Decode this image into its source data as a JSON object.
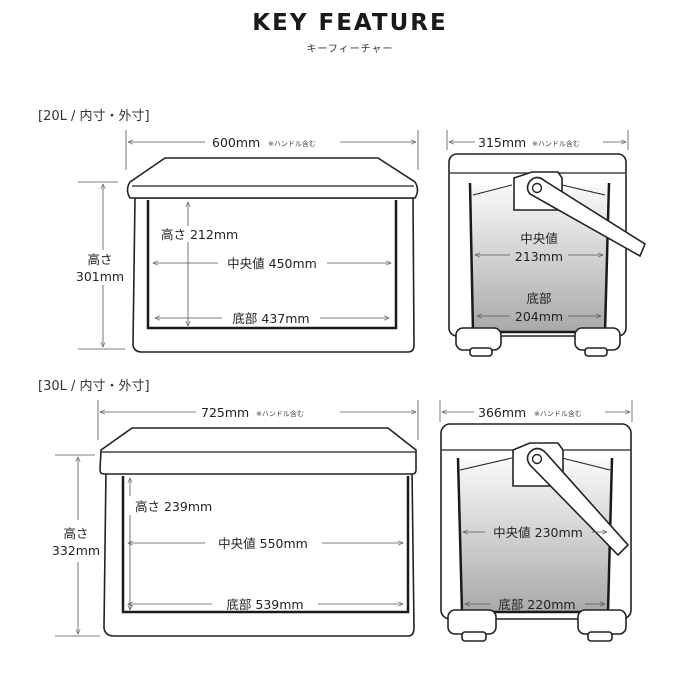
{
  "header": {
    "title": "KEY FEATURE",
    "subtitle": "キーフィーチャー"
  },
  "colors": {
    "inner_top": "#fafafa",
    "inner_bottom": "#a9a9a9",
    "outline": "#222222"
  },
  "sections": [
    {
      "label": "[20L / 内寸・外寸]",
      "front": {
        "width": "600mm",
        "width_note": "※ハンドル含む",
        "height_label": "高さ",
        "height": "301mm",
        "inner_height": "高さ 212mm",
        "inner_mid": "中央値 450mm",
        "inner_bottom": "底部 437mm"
      },
      "side": {
        "width": "315mm",
        "width_note": "※ハンドル含む",
        "mid_label": "中央値",
        "mid": "213mm",
        "bottom_label": "底部",
        "bottom": "204mm"
      }
    },
    {
      "label": "[30L / 内寸・外寸]",
      "front": {
        "width": "725mm",
        "width_note": "※ハンドル含む",
        "height_label": "高さ",
        "height": "332mm",
        "inner_height": "高さ 239mm",
        "inner_mid": "中央値 550mm",
        "inner_bottom": "底部 539mm"
      },
      "side": {
        "width": "366mm",
        "width_note": "※ハンドル含む",
        "mid": "中央値 230mm",
        "bottom": "底部 220mm"
      }
    }
  ]
}
